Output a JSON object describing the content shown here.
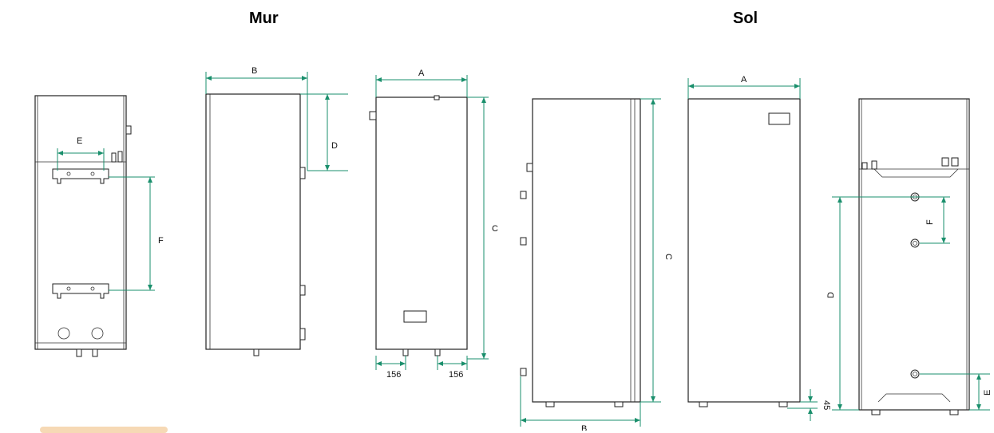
{
  "headings": {
    "wall": "Mur",
    "floor": "Sol"
  },
  "dimensions": {
    "wall_back_E": "E",
    "wall_back_F": "F",
    "wall_side_B": "B",
    "wall_side_D": "D",
    "wall_front_A": "A",
    "wall_front_C": "C",
    "wall_front_156_left": "156",
    "wall_front_156_right": "156",
    "floor_side_C": "C",
    "floor_side_B": "B",
    "floor_front_A": "A",
    "floor_front_45": "45",
    "floor_back_D": "D",
    "floor_back_F": "F",
    "floor_back_E": "E"
  },
  "colors": {
    "dimension_line": "#1a8f6c",
    "outline": "#222222"
  }
}
